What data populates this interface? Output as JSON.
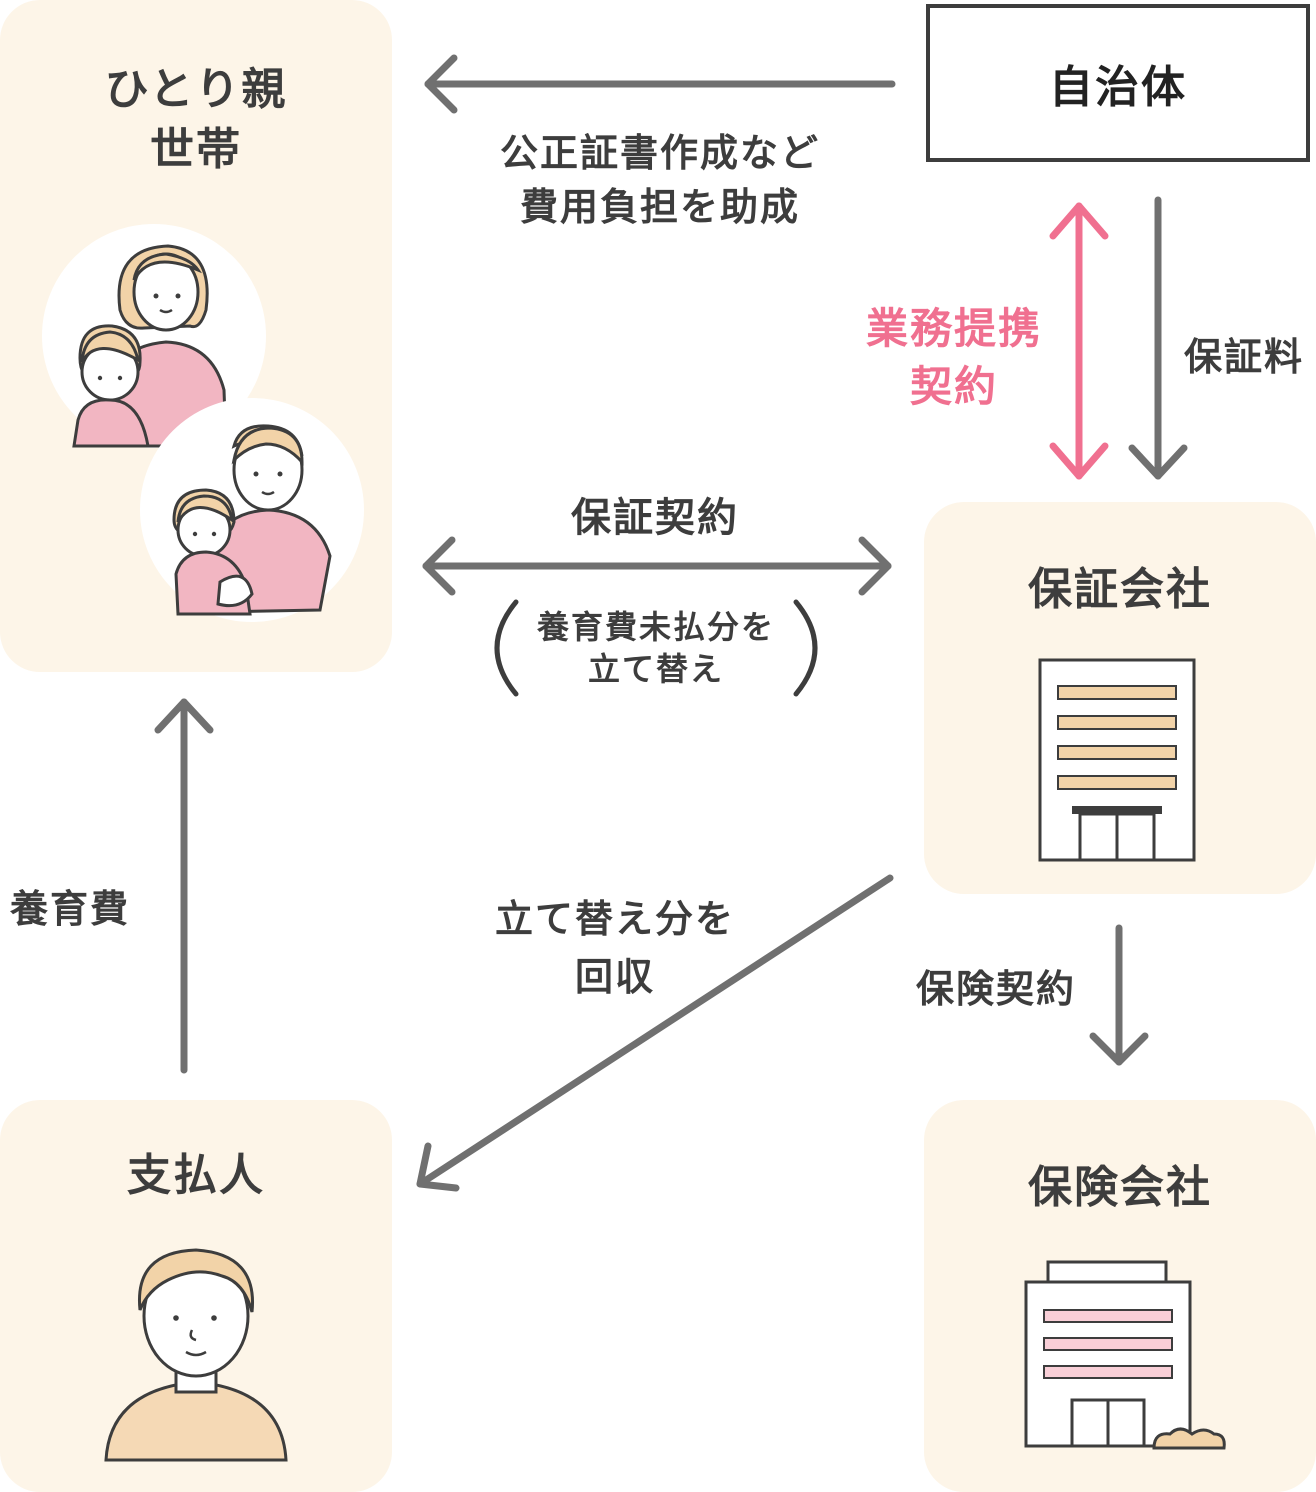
{
  "nodes": {
    "single_parent": {
      "line1": "ひとり親",
      "line2": "世帯"
    },
    "municipality": {
      "label": "自治体"
    },
    "guarantor": {
      "label": "保証会社"
    },
    "payer": {
      "label": "支払人"
    },
    "insurer": {
      "label": "保険会社"
    }
  },
  "edges": {
    "subsidy": {
      "line1": "公正証書作成など",
      "line2": "費用負担を助成"
    },
    "partnership": {
      "line1": "業務提携",
      "line2": "契約"
    },
    "guarantee_fee": {
      "label": "保証料"
    },
    "guarantee_contract": {
      "label": "保証契約",
      "note_line1": "養育費未払分を",
      "note_line2": "立て替え"
    },
    "child_support": {
      "label": "養育費"
    },
    "recovery": {
      "line1": "立て替え分を",
      "line2": "回収"
    },
    "insurance_contract": {
      "label": "保険契約"
    }
  },
  "colors": {
    "panel_bg": "#fdf5e8",
    "arrow_gray": "#707070",
    "partnership_pink": "#f07090",
    "text_dark": "#3d3d3d",
    "building_stripe_tan": "#f2d3a8",
    "building_stripe_pink": "#f9cfd7",
    "person_shirt_pink": "#f2b6c2",
    "person_shirt_tan": "#f5d9b5",
    "hair_tan": "#f2d3a8"
  }
}
